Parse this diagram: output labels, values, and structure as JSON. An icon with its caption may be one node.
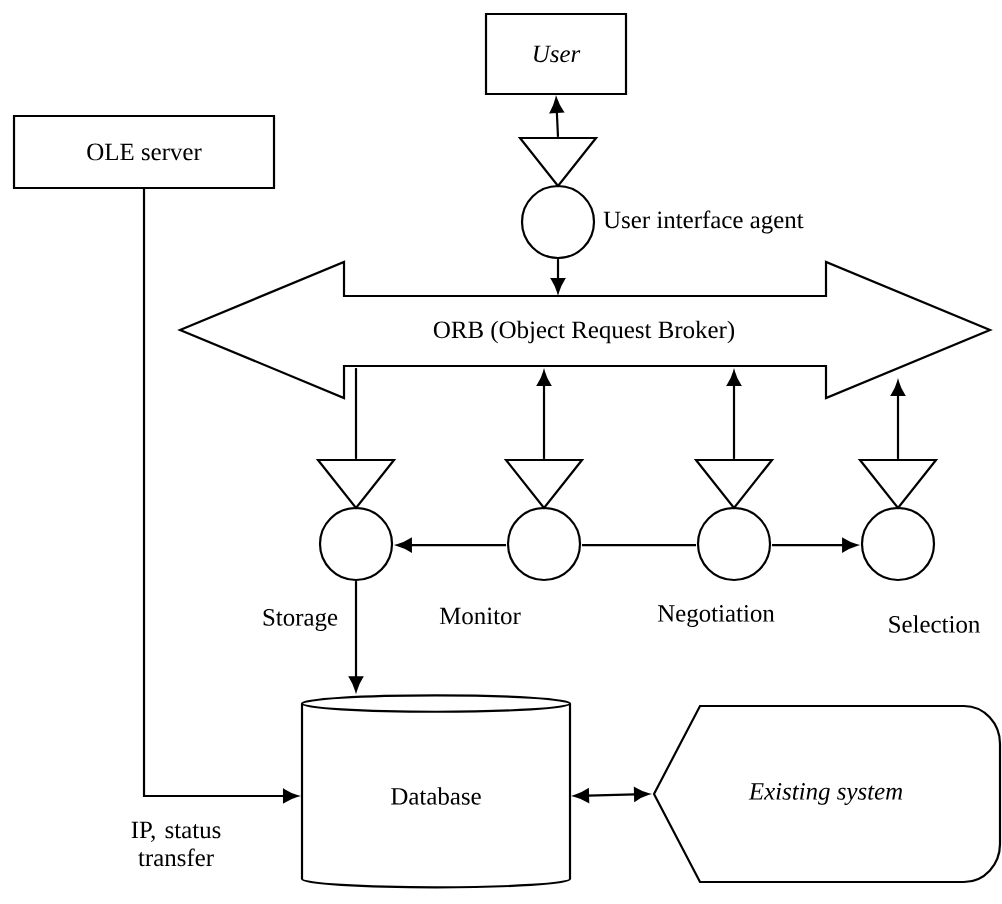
{
  "diagram": {
    "nodes": [
      {
        "text": [
          "User"
        ]
      },
      {
        "text": [
          "OLE server"
        ]
      },
      {
        "text": [],
        "shape": "circle",
        "beside": [
          "User interface agent"
        ]
      },
      {
        "text": [
          "ORB (Object Request Broker)"
        ]
      },
      {
        "text": [],
        "shape": "circle",
        "beside": [
          "Storage"
        ]
      },
      {
        "text": [],
        "shape": "circle",
        "beside": [
          "Monitor"
        ]
      },
      {
        "text": [],
        "shape": "circle",
        "beside": [
          "Negotiation"
        ]
      },
      {
        "text": [],
        "shape": "circle",
        "beside": [
          "Selection"
        ]
      },
      {
        "text": [
          "Database"
        ]
      },
      {
        "text": [
          "Existing system"
        ]
      }
    ],
    "edges": [
      {
        "from": 2,
        "to": 0,
        "arrow": "to"
      },
      {
        "from": 2,
        "to": 3,
        "arrow": "to"
      },
      {
        "from": 3,
        "to": 4,
        "arrow": "none"
      },
      {
        "from": 4,
        "to": 8,
        "arrow": "to"
      },
      {
        "from": 5,
        "to": 3,
        "arrow": "to"
      },
      {
        "from": 6,
        "to": 3,
        "arrow": "to"
      },
      {
        "from": 7,
        "to": 3,
        "arrow": "to"
      },
      {
        "from": 5,
        "to": 4,
        "arrow": "to"
      },
      {
        "from": 5,
        "to": 6,
        "arrow": "none"
      },
      {
        "from": 6,
        "to": 7,
        "arrow": "to"
      },
      {
        "from": 1,
        "to": 8,
        "arrow": "to",
        "label": "IP, status transfer"
      },
      {
        "from": 8,
        "to": 9,
        "arrow": "both"
      }
    ]
  }
}
